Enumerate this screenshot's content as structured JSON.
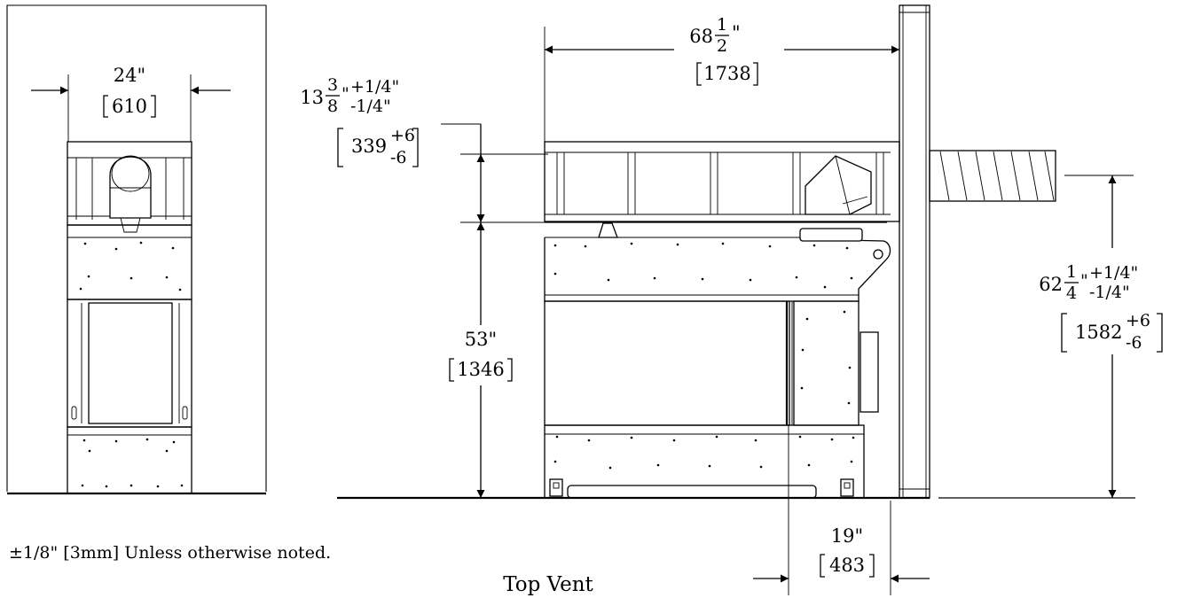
{
  "front_view": {
    "width_dim": {
      "imperial": "24\"",
      "metric": "610"
    }
  },
  "side_view": {
    "overall_width_dim": {
      "whole": "68",
      "num": "1",
      "den": "2",
      "unit": "\"",
      "metric": "1738"
    },
    "top_section_dim": {
      "whole": "13",
      "num": "3",
      "den": "8",
      "unit": "\"",
      "tol_plus": "+1/4\"",
      "tol_minus": "-1/4\"",
      "metric": "339",
      "metric_plus": "+6",
      "metric_minus": "-6"
    },
    "height_dim": {
      "imperial": "53\"",
      "metric": "1346"
    },
    "depth_dim": {
      "imperial": "19\"",
      "metric": "483"
    },
    "vent_height_dim": {
      "whole": "62",
      "num": "1",
      "den": "4",
      "unit": "\"",
      "tol_plus": "+1/4\"",
      "tol_minus": "-1/4\"",
      "metric": "1582",
      "metric_plus": "+6",
      "metric_minus": "-6"
    }
  },
  "notes": {
    "tolerance_note": "±1/8\" [3mm] Unless otherwise noted.",
    "caption": "Top Vent"
  }
}
